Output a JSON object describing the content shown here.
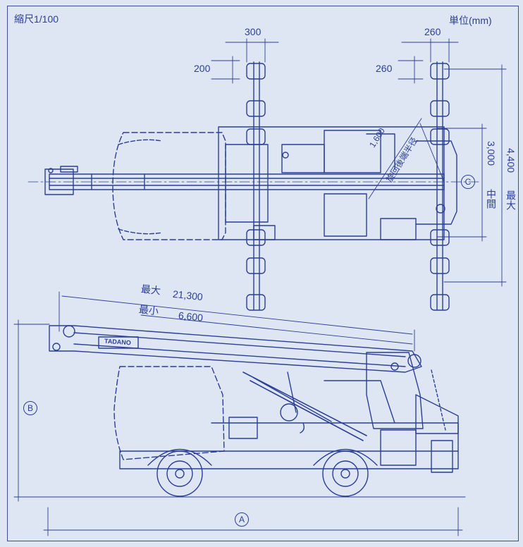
{
  "header": {
    "scale_label": "縮尺1/100",
    "unit_label": "単位(mm)"
  },
  "top_view": {
    "outrigger_width_front": "300",
    "outrigger_offset_front": "200",
    "outrigger_width_rear": "260",
    "outrigger_offset_rear": "260",
    "turn_radius_label": "旋回後端半径",
    "turn_radius_value": "1,600",
    "center_marker": "C",
    "mid_span_label": "中間",
    "mid_span_value": "3,000",
    "max_span_label": "最大",
    "max_span_value": "4,400"
  },
  "side_view": {
    "boom_max_label": "最大",
    "boom_max_value": "21,300",
    "boom_min_label": "最小",
    "boom_min_value": "6,600",
    "brand_text": "TADANO",
    "height_marker": "B",
    "length_marker": "A"
  },
  "colors": {
    "background": "#dfe6f3",
    "line": "#2c3f94"
  }
}
